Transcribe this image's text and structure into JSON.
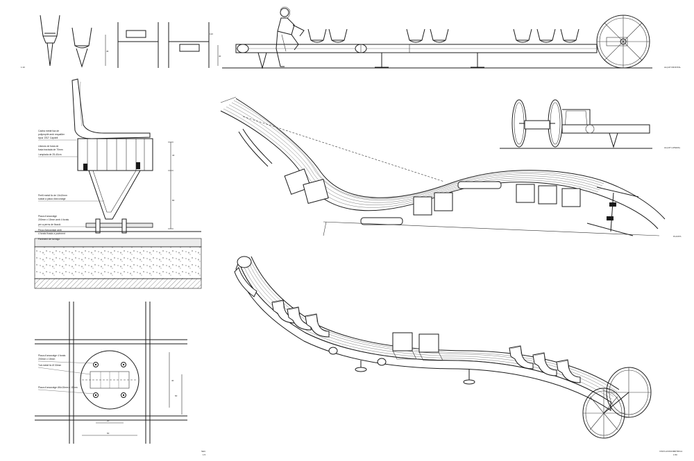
{
  "section_labels": {
    "alzat_frontal": "ALÇAT FRONTAL",
    "alzat_lateral": "ALÇAT LATERAL",
    "planta": "PLANTA",
    "vista_axonometrica": "VISTA AXONOMÈTRICA",
    "scale_left": "1:10",
    "scale_main": "1:50",
    "scale_detail": "1:5",
    "side_code": "SEC."
  },
  "detail_callouts": [
    "Cadira metàl·lica de",
    "polipropilè amb respatller",
    "tipus 'ZEZ' Capdell",
    "Llistons de fusta de",
    "fusta tractada de 70mm",
    "i amplada de 25-40cm",
    "Perfil metàl·lic de 10x10mm",
    "soldat a placa d'ancoratge",
    "Placa d'ancoratge",
    "200mm x 15mm amb 4 forats",
    "per a perns de fixació",
    "Peça d'ancoratge amb",
    "4 forats fixada a paviment",
    "Paviment de formigó"
  ],
  "plan_callouts": [
    "Placa d'ancoratge 4 forats",
    "200mm x 15mm",
    "Tub metàl·lic Ø 30mm",
    "Placa d'ancoratge Ø4x15mm x 15mm"
  ],
  "dimension_labels": {
    "seat_height": "45",
    "post_height": "110",
    "bench_height": "40",
    "plate_width": "20",
    "plate_span": "60",
    "detail_h1": "80",
    "detail_h2": "40",
    "plan_d1": "40",
    "plan_d2": "60"
  }
}
